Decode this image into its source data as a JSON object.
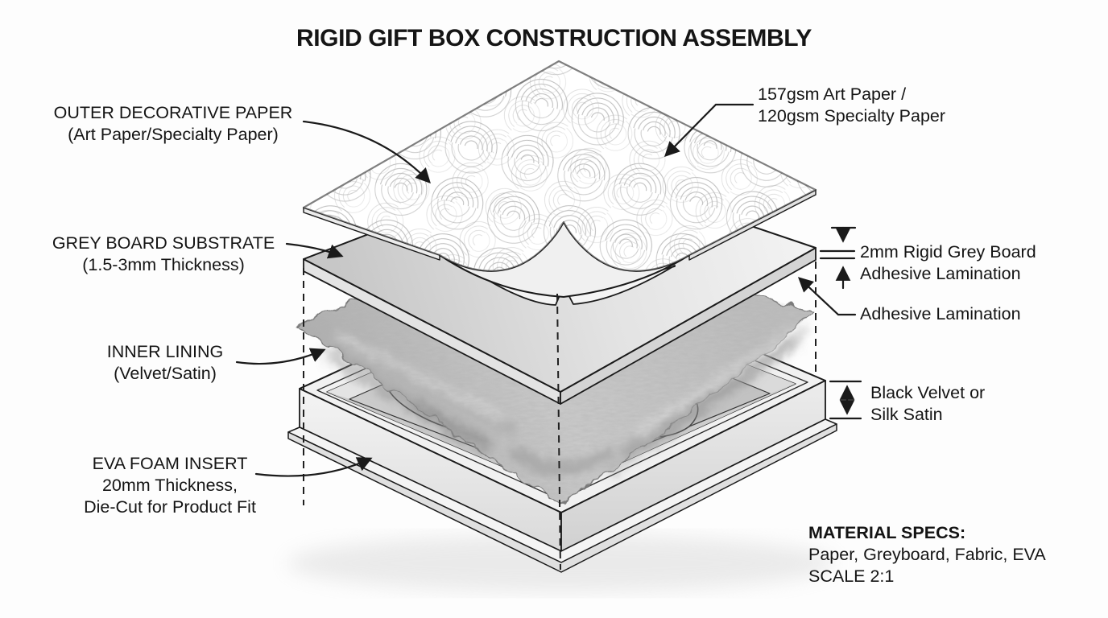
{
  "title": "RIGID GIFT BOX CONSTRUCTION ASSEMBLY",
  "labels": {
    "outer_paper": {
      "l1": "OUTER DECORATIVE PAPER",
      "l2": "(Art Paper/Specialty Paper)"
    },
    "grey_board": {
      "l1": "GREY BOARD SUBSTRATE",
      "l2": "(1.5-3mm Thickness)"
    },
    "inner_lining": {
      "l1": "INNER LINING",
      "l2": "(Velvet/Satin)"
    },
    "eva_foam": {
      "l1": "EVA FOAM INSERT",
      "l2": "20mm Thickness,",
      "l3": "Die-Cut for Product Fit"
    },
    "paper_spec": {
      "l1": "157gsm Art Paper /",
      "l2": "120gsm Specialty Paper"
    },
    "board_spec": {
      "l1": "2mm Rigid Grey Board",
      "l2": "Adhesive Lamination"
    },
    "adhesive": {
      "l1": "Adhesive Lamination"
    },
    "lining_spec": {
      "l1": "Black Velvet or",
      "l2": "Silk Satin"
    },
    "material_specs": {
      "heading": "MATERIAL SPECS:",
      "materials": "Paper, Greyboard, Fabric, EVA",
      "scale": "SCALE 2:1"
    }
  },
  "colors": {
    "ink": "#1a1a1a",
    "background": "#fdfdfd",
    "paper_pattern": "#b4b4b4",
    "board_fill": "#dcdcdc",
    "velvet_fill": "#bfbfbf",
    "tray_fill": "#f1f1f1"
  }
}
